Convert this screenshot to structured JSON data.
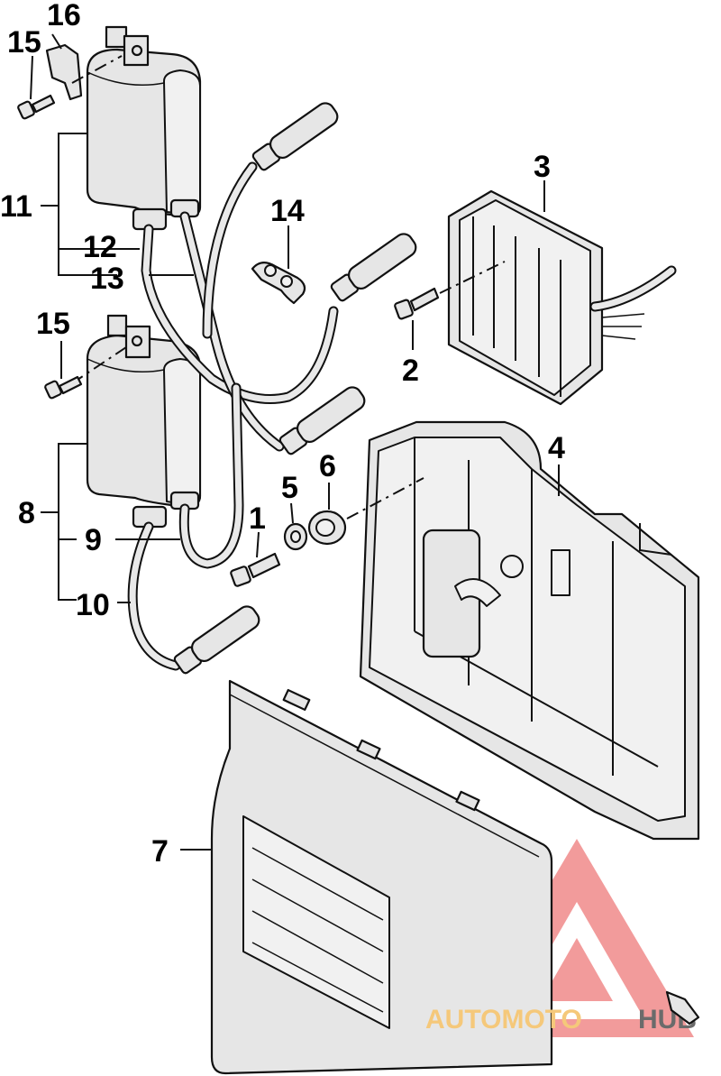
{
  "callouts": {
    "c1": "1",
    "c2": "2",
    "c3": "3",
    "c4": "4",
    "c5": "5",
    "c6": "6",
    "c7": "7",
    "c8": "8",
    "c9": "9",
    "c10": "10",
    "c11": "11",
    "c12": "12",
    "c13": "13",
    "c14": "14",
    "c15a": "15",
    "c15b": "15",
    "c16": "16"
  },
  "watermark": {
    "text_colored": "AUTOMOTO",
    "text_dark": "HUB",
    "color_main": "#f08a8a",
    "color_text": "#f5c87a",
    "color_dark": "#6b6b6b"
  }
}
